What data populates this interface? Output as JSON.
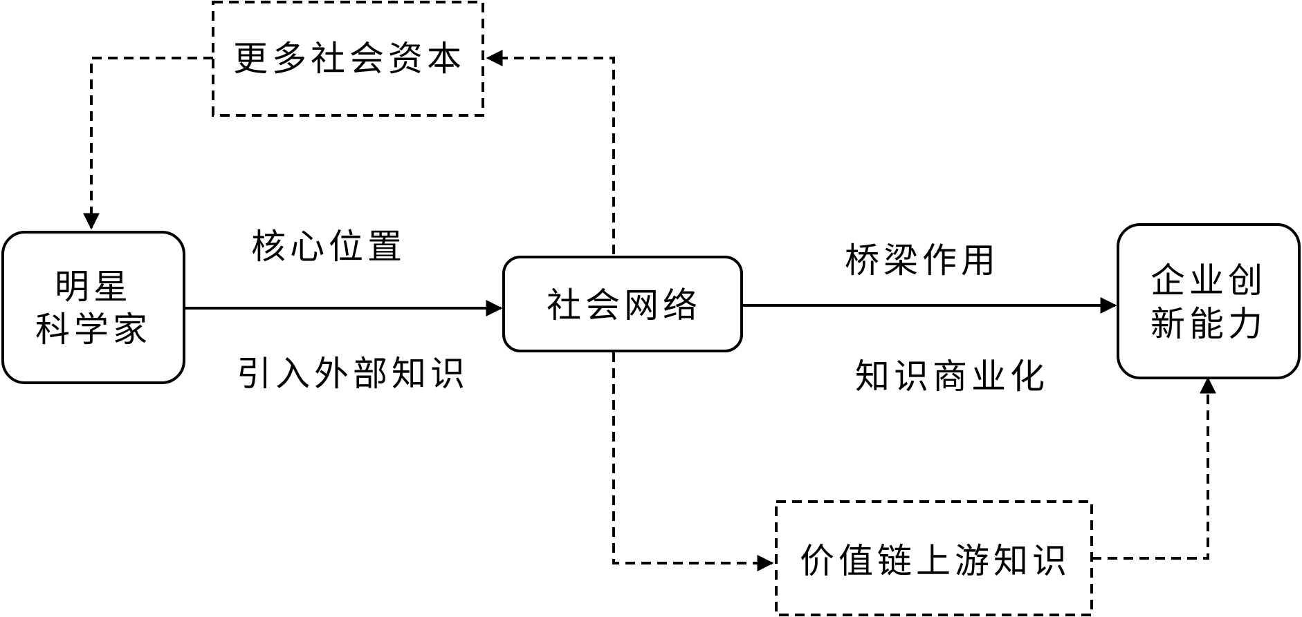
{
  "nodes": {
    "star_scientist": {
      "lines": [
        "明星",
        "科学家"
      ]
    },
    "social_network": {
      "label": "社会网络"
    },
    "innovation": {
      "lines": [
        "企业创",
        "新能力"
      ]
    },
    "social_capital": {
      "label": "更多社会资本"
    },
    "upstream_knowledge": {
      "label": "价值链上游知识"
    }
  },
  "edges": {
    "scientist_to_network": {
      "top": "核心位置",
      "bottom": "引入外部知识"
    },
    "network_to_innovation": {
      "top": "桥梁作用",
      "bottom": "知识商业化"
    }
  }
}
